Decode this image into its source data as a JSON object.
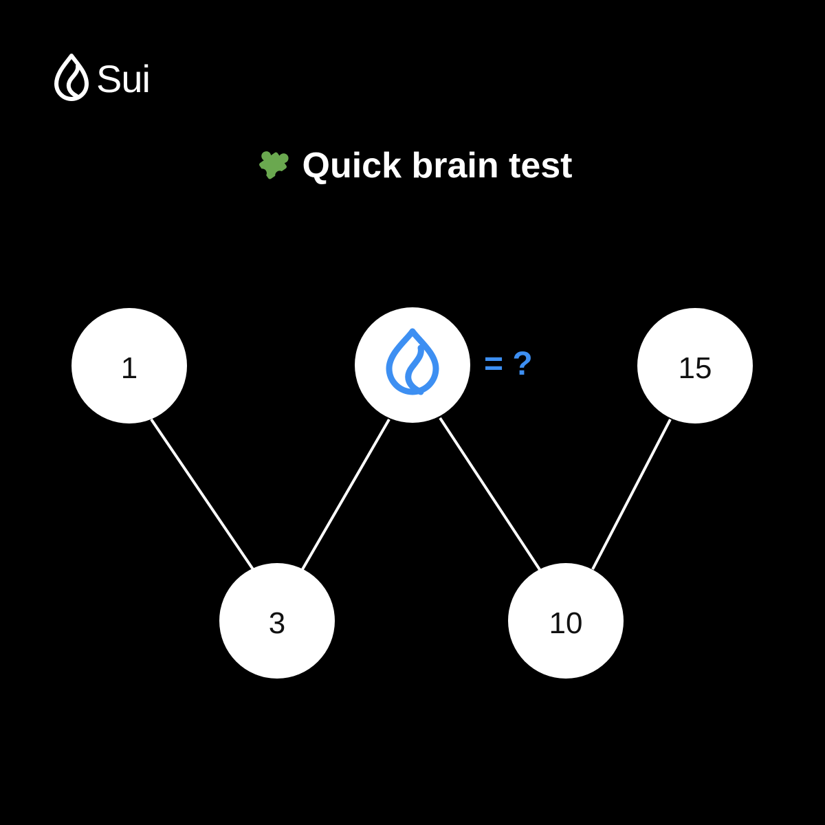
{
  "brand": {
    "name": "Sui",
    "icon": "sui-drop-icon"
  },
  "title": {
    "icon": "puzzle-piece-icon",
    "text": "Quick brain test"
  },
  "puzzle": {
    "nodes": [
      "1",
      "3",
      "",
      "10",
      "15"
    ],
    "unknown_icon": "sui-drop-icon",
    "unknown_suffix": "= ?"
  },
  "colors": {
    "background": "#000000",
    "node_fill": "#ffffff",
    "accent_blue": "#3d8ff2",
    "puzzle_green": "#6aa84f"
  }
}
